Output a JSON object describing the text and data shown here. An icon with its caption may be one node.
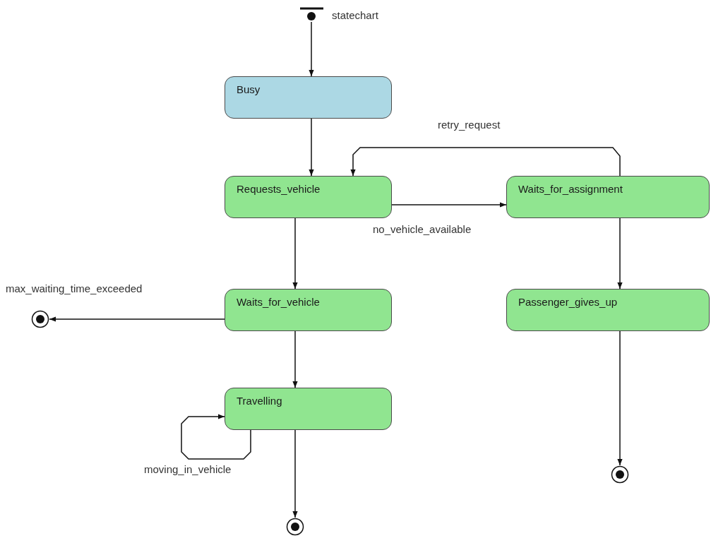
{
  "diagram": {
    "nodes": [
      {
        "text": [],
        "shape": "dot",
        "beside": [
          "statechart"
        ]
      },
      {
        "text": [
          "Busy"
        ]
      },
      {
        "text": [
          "Requests_vehicle"
        ]
      },
      {
        "text": [
          "Waits_for_assignment"
        ]
      },
      {
        "text": [],
        "shape": "bullseye"
      },
      {
        "text": [
          "Waits_for_vehicle"
        ]
      },
      {
        "text": [
          "Passenger_gives_up"
        ]
      },
      {
        "text": [
          "Travelling"
        ]
      },
      {
        "text": [],
        "shape": "bullseye"
      },
      {
        "text": [],
        "shape": "bullseye"
      }
    ],
    "edges": [
      {
        "from": 0,
        "to": 1,
        "arrow": "to"
      },
      {
        "from": 1,
        "to": 2,
        "arrow": "to"
      },
      {
        "from": 2,
        "to": 3,
        "arrow": "to",
        "label": "no_vehicle_available"
      },
      {
        "from": 3,
        "to": 2,
        "arrow": "to",
        "label": "retry_request"
      },
      {
        "from": 2,
        "to": 5,
        "arrow": "to"
      },
      {
        "from": 5,
        "to": 4,
        "arrow": "to",
        "label": "max_waiting_time_exceeded"
      },
      {
        "from": 3,
        "to": 6,
        "arrow": "to"
      },
      {
        "from": 5,
        "to": 7,
        "arrow": "to"
      },
      {
        "from": 7,
        "to": 7,
        "arrow": "to",
        "label": "moving_in_vehicle"
      },
      {
        "from": 6,
        "to": 8,
        "arrow": "to"
      },
      {
        "from": 7,
        "to": 9,
        "arrow": "to"
      }
    ]
  }
}
